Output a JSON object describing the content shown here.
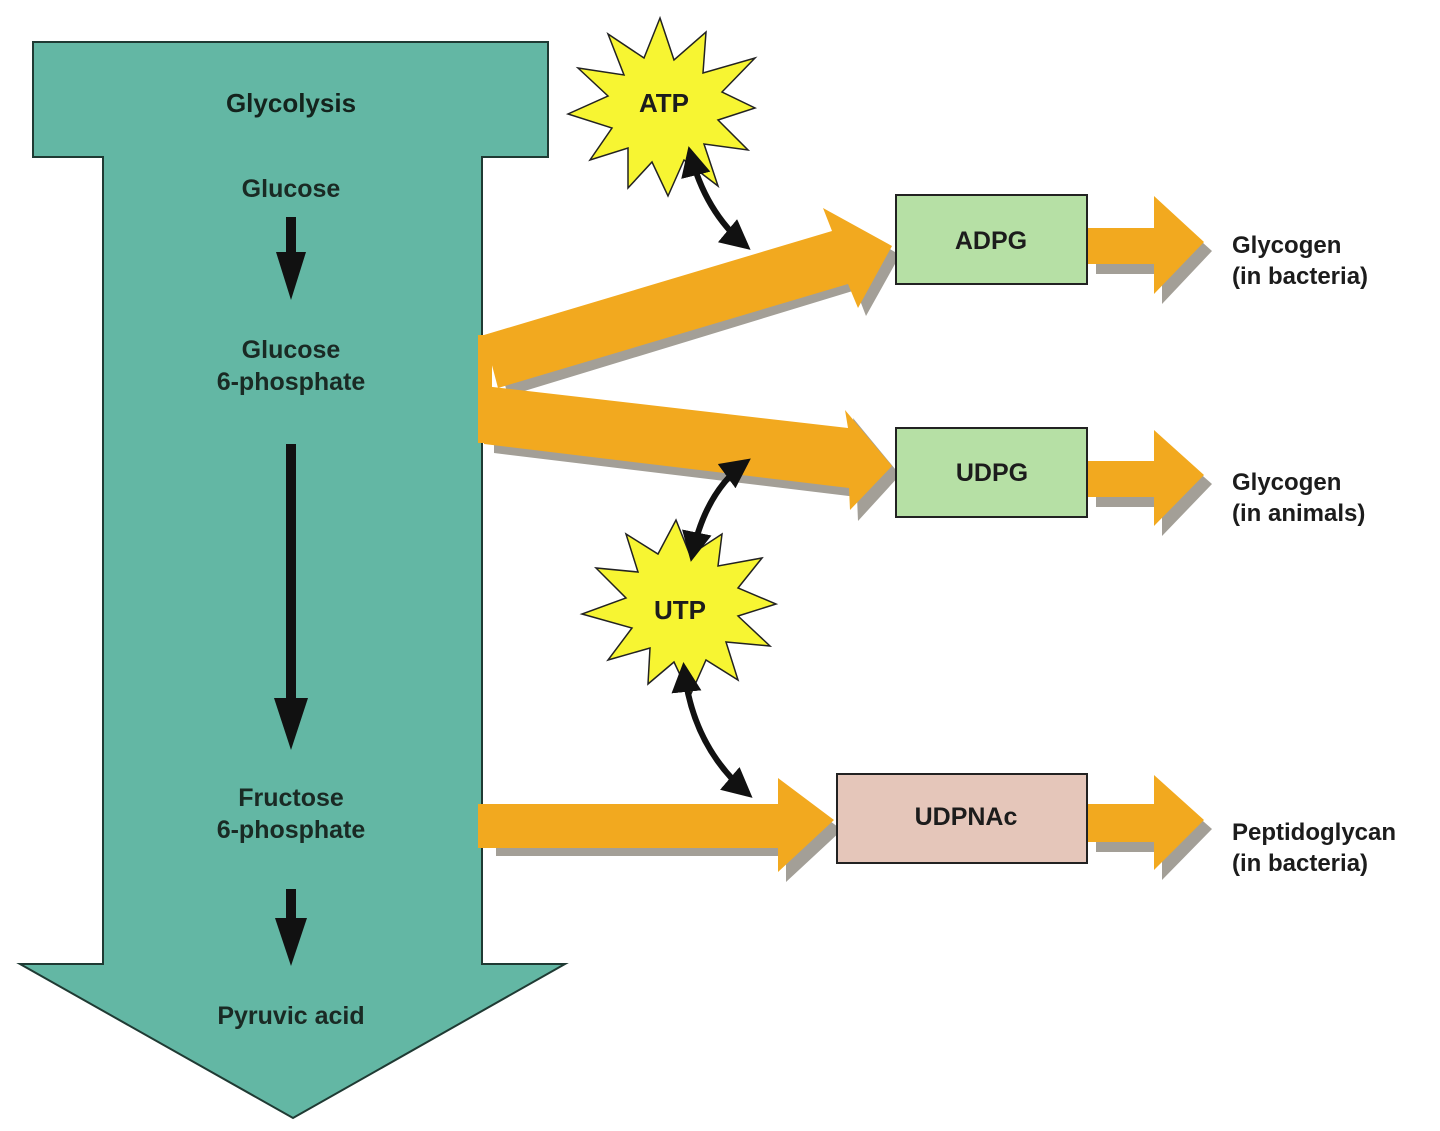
{
  "glycolysis": {
    "title": "Glycolysis",
    "glucose": "Glucose",
    "g6p_line1": "Glucose",
    "g6p_line2": "6-phosphate",
    "f6p_line1": "Fructose",
    "f6p_line2": "6-phosphate",
    "pyruvate": "Pyruvic acid"
  },
  "energy": {
    "atp": "ATP",
    "utp": "UTP"
  },
  "intermediates": {
    "adpg": "ADPG",
    "udpg": "UDPG",
    "udpnac": "UDPNAc"
  },
  "products": {
    "adpg_line1": "Glycogen",
    "adpg_line2": "(in bacteria)",
    "udpg_line1": "Glycogen",
    "udpg_line2": "(in animals)",
    "udpnac_line1": "Peptidoglycan",
    "udpnac_line2": "(in bacteria)"
  },
  "colors": {
    "glycolysis_fill": "#63b7a4",
    "flow_arrow": "#f2a91f",
    "flow_shadow": "#a39f97",
    "burst_fill": "#f7f532",
    "box_green": "#b6e0a5",
    "box_pink": "#e5c6ba"
  }
}
